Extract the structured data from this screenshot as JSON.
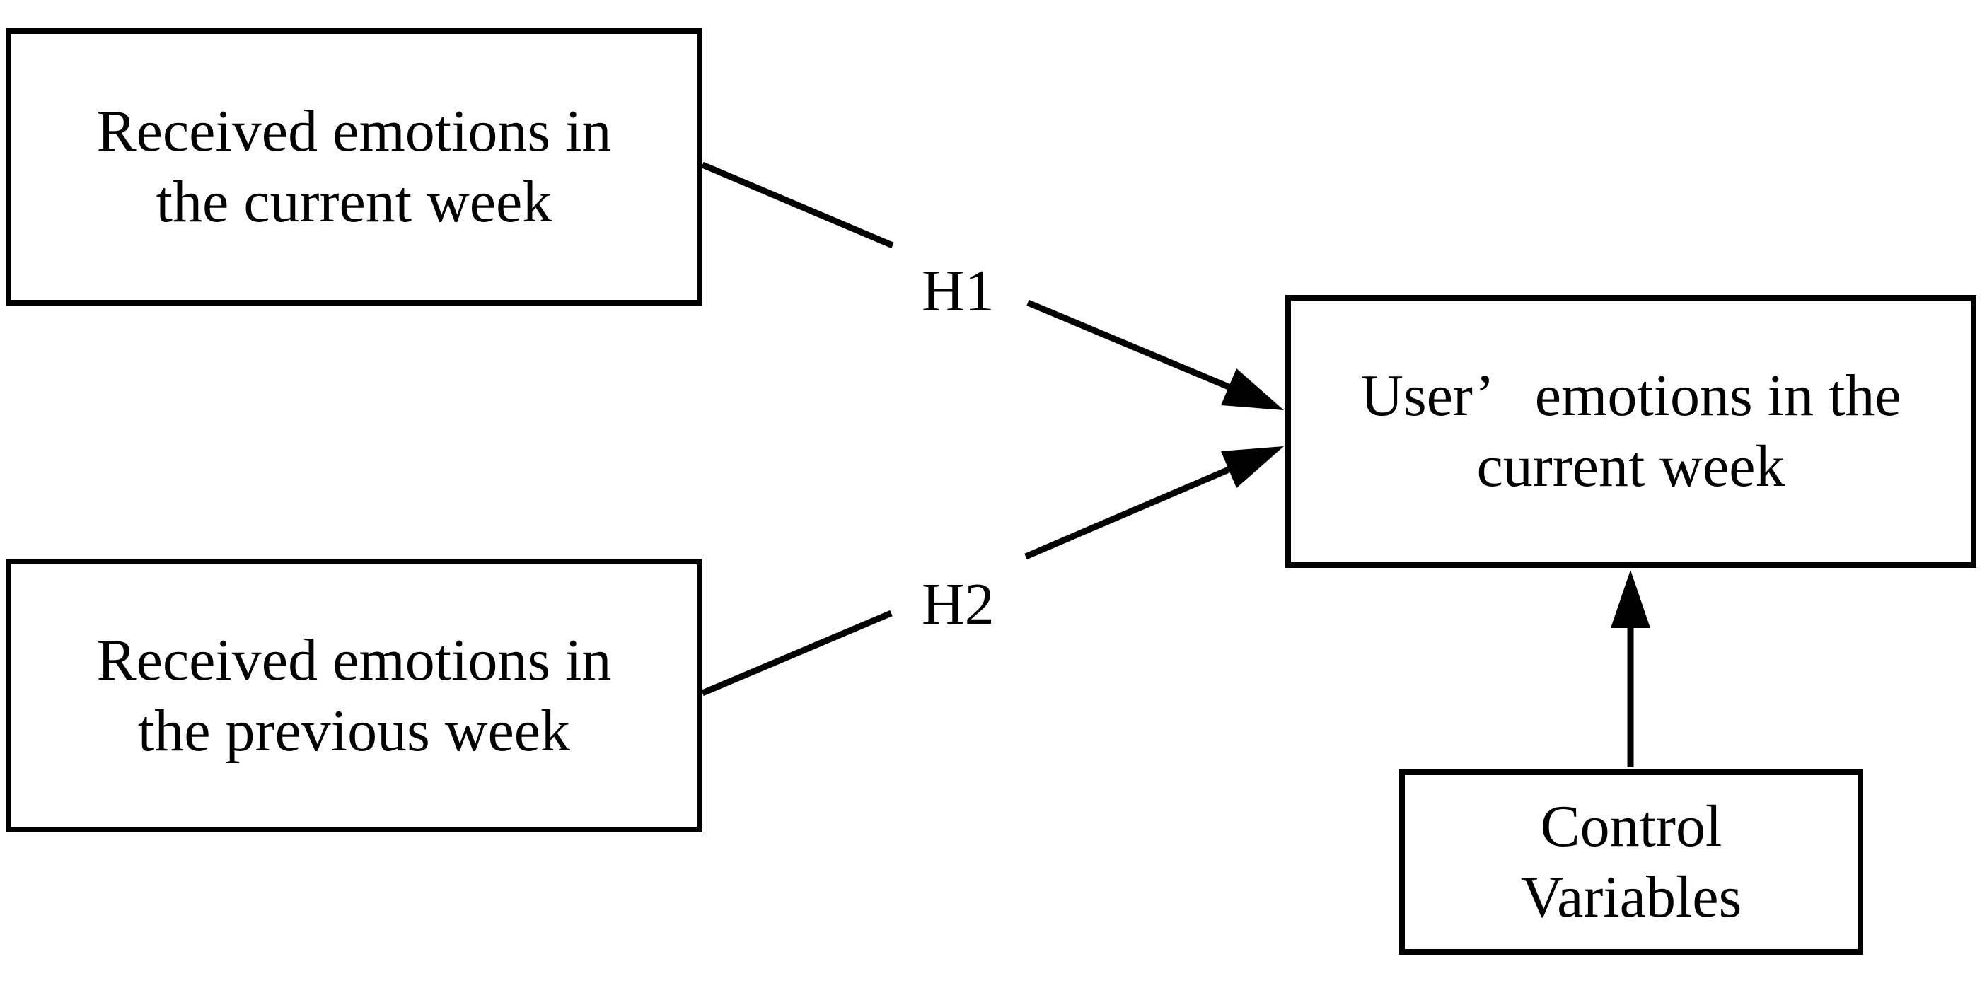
{
  "figure": {
    "type": "hypothesis-model-diagram",
    "background_color": "#ffffff",
    "line_color": "#000000",
    "text_color": "#000000",
    "boxes": {
      "received_current": {
        "label": "Received emotions in\nthe current week"
      },
      "received_previous": {
        "label": "Received emotions in\nthe previous week"
      },
      "user_emotions": {
        "label": "User’   emotions in the\ncurrent week"
      },
      "control_variables": {
        "label": "Control\nVariables"
      }
    },
    "arrows": {
      "h1": {
        "label": "H1",
        "from": "received_current",
        "to": "user_emotions"
      },
      "h2": {
        "label": "H2",
        "from": "received_previous",
        "to": "user_emotions"
      },
      "control": {
        "label": "",
        "from": "control_variables",
        "to": "user_emotions"
      }
    }
  }
}
